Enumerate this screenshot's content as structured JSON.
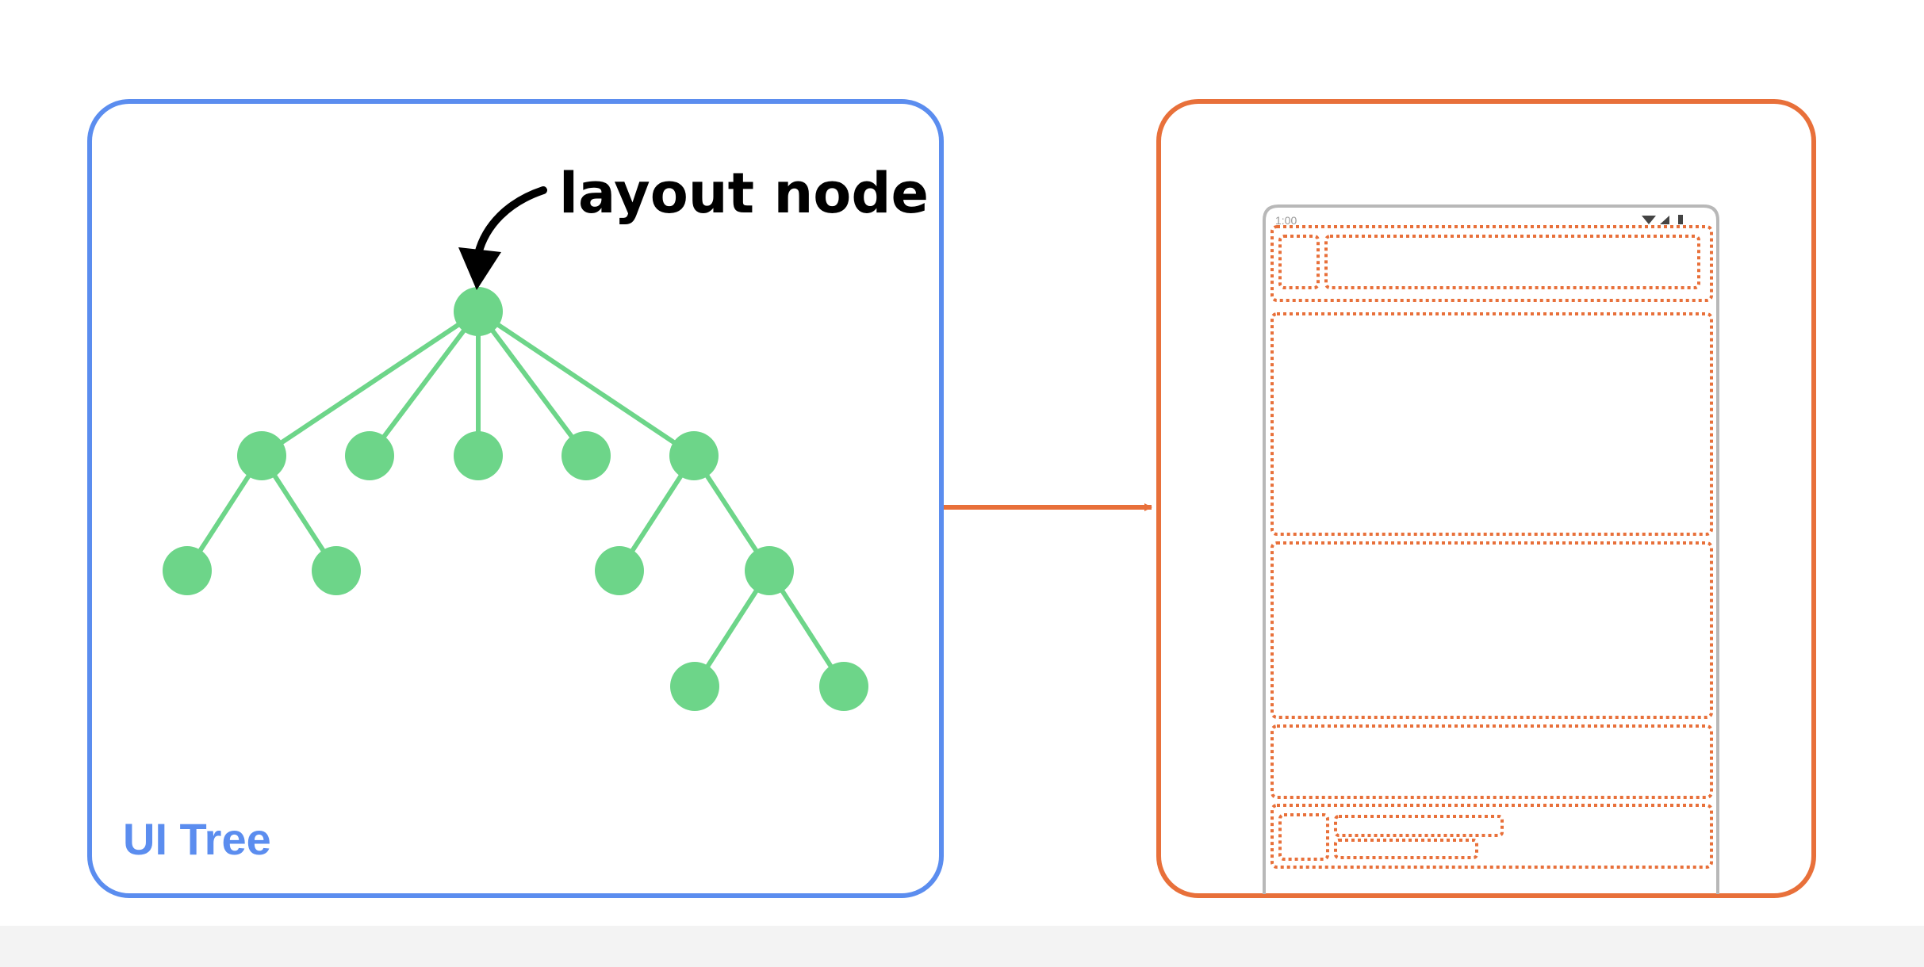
{
  "tree_panel": {
    "label": "UI Tree",
    "callout": "layout node",
    "border_color": "#5b8def",
    "node_color": "#6dd589"
  },
  "screen_panel": {
    "border_color": "#e8703a",
    "outline_color": "#e8703a",
    "status_time": "1:00"
  },
  "connector_color": "#e8703a",
  "callout_arrow_color": "#000000"
}
